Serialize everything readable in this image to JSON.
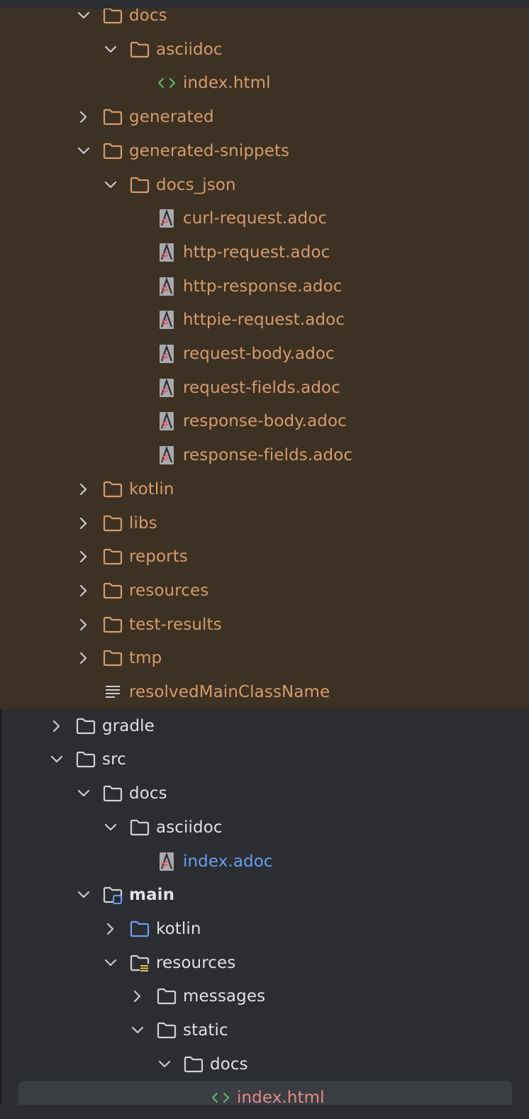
{
  "colors": {
    "excluded_bg": "#3d3124",
    "panel_bg": "#2b2d30",
    "excluded_text": "#d39c6e",
    "normal_text": "#dfe1e5",
    "source_text": "#6c9cf4",
    "modified_text": "#e38a8a",
    "html_icon": "#5fb865"
  },
  "tree": [
    {
      "label": "docs",
      "icon": "folder-icon",
      "chevron": "down",
      "depth": 3,
      "style": "excluded"
    },
    {
      "label": "asciidoc",
      "icon": "folder-icon",
      "chevron": "down",
      "depth": 4,
      "style": "excluded"
    },
    {
      "label": "index.html",
      "icon": "html-file-icon",
      "chevron": "none",
      "depth": 5,
      "style": "excluded"
    },
    {
      "label": "generated",
      "icon": "folder-icon",
      "chevron": "right",
      "depth": 3,
      "style": "excluded"
    },
    {
      "label": "generated-snippets",
      "icon": "folder-icon",
      "chevron": "down",
      "depth": 3,
      "style": "excluded"
    },
    {
      "label": "docs_json",
      "icon": "folder-icon",
      "chevron": "down",
      "depth": 4,
      "style": "excluded"
    },
    {
      "label": "curl-request.adoc",
      "icon": "asciidoc-file-icon",
      "chevron": "none",
      "depth": 5,
      "style": "excluded"
    },
    {
      "label": "http-request.adoc",
      "icon": "asciidoc-file-icon",
      "chevron": "none",
      "depth": 5,
      "style": "excluded"
    },
    {
      "label": "http-response.adoc",
      "icon": "asciidoc-file-icon",
      "chevron": "none",
      "depth": 5,
      "style": "excluded"
    },
    {
      "label": "httpie-request.adoc",
      "icon": "asciidoc-file-icon",
      "chevron": "none",
      "depth": 5,
      "style": "excluded"
    },
    {
      "label": "request-body.adoc",
      "icon": "asciidoc-file-icon",
      "chevron": "none",
      "depth": 5,
      "style": "excluded"
    },
    {
      "label": "request-fields.adoc",
      "icon": "asciidoc-file-icon",
      "chevron": "none",
      "depth": 5,
      "style": "excluded"
    },
    {
      "label": "response-body.adoc",
      "icon": "asciidoc-file-icon",
      "chevron": "none",
      "depth": 5,
      "style": "excluded"
    },
    {
      "label": "response-fields.adoc",
      "icon": "asciidoc-file-icon",
      "chevron": "none",
      "depth": 5,
      "style": "excluded"
    },
    {
      "label": "kotlin",
      "icon": "folder-icon",
      "chevron": "right",
      "depth": 3,
      "style": "excluded"
    },
    {
      "label": "libs",
      "icon": "folder-icon",
      "chevron": "right",
      "depth": 3,
      "style": "excluded"
    },
    {
      "label": "reports",
      "icon": "folder-icon",
      "chevron": "right",
      "depth": 3,
      "style": "excluded"
    },
    {
      "label": "resources",
      "icon": "folder-icon",
      "chevron": "right",
      "depth": 3,
      "style": "excluded"
    },
    {
      "label": "test-results",
      "icon": "folder-icon",
      "chevron": "right",
      "depth": 3,
      "style": "excluded"
    },
    {
      "label": "tmp",
      "icon": "folder-icon",
      "chevron": "right",
      "depth": 3,
      "style": "excluded"
    },
    {
      "label": "resolvedMainClassName",
      "icon": "text-file-icon",
      "chevron": "none",
      "depth": 3,
      "style": "excluded"
    },
    {
      "label": "gradle",
      "icon": "folder-icon",
      "chevron": "right",
      "depth": 2,
      "style": "normal"
    },
    {
      "label": "src",
      "icon": "folder-icon",
      "chevron": "down",
      "depth": 2,
      "style": "normal"
    },
    {
      "label": "docs",
      "icon": "folder-icon",
      "chevron": "down",
      "depth": 3,
      "style": "normal"
    },
    {
      "label": "asciidoc",
      "icon": "folder-icon",
      "chevron": "down",
      "depth": 4,
      "style": "normal"
    },
    {
      "label": "index.adoc",
      "icon": "asciidoc-file-icon",
      "chevron": "none",
      "depth": 5,
      "style": "source"
    },
    {
      "label": "main",
      "icon": "module-folder-icon",
      "chevron": "down",
      "depth": 3,
      "style": "bold"
    },
    {
      "label": "kotlin",
      "icon": "source-folder-icon",
      "chevron": "right",
      "depth": 4,
      "style": "normal"
    },
    {
      "label": "resources",
      "icon": "resources-folder-icon",
      "chevron": "down",
      "depth": 4,
      "style": "normal"
    },
    {
      "label": "messages",
      "icon": "folder-icon",
      "chevron": "right",
      "depth": 5,
      "style": "normal"
    },
    {
      "label": "static",
      "icon": "folder-icon",
      "chevron": "down",
      "depth": 5,
      "style": "normal"
    },
    {
      "label": "docs",
      "icon": "folder-icon",
      "chevron": "down",
      "depth": 6,
      "style": "normal"
    },
    {
      "label": "index.html",
      "icon": "html-file-icon",
      "chevron": "none",
      "depth": 7,
      "style": "modified",
      "selected": true
    }
  ]
}
